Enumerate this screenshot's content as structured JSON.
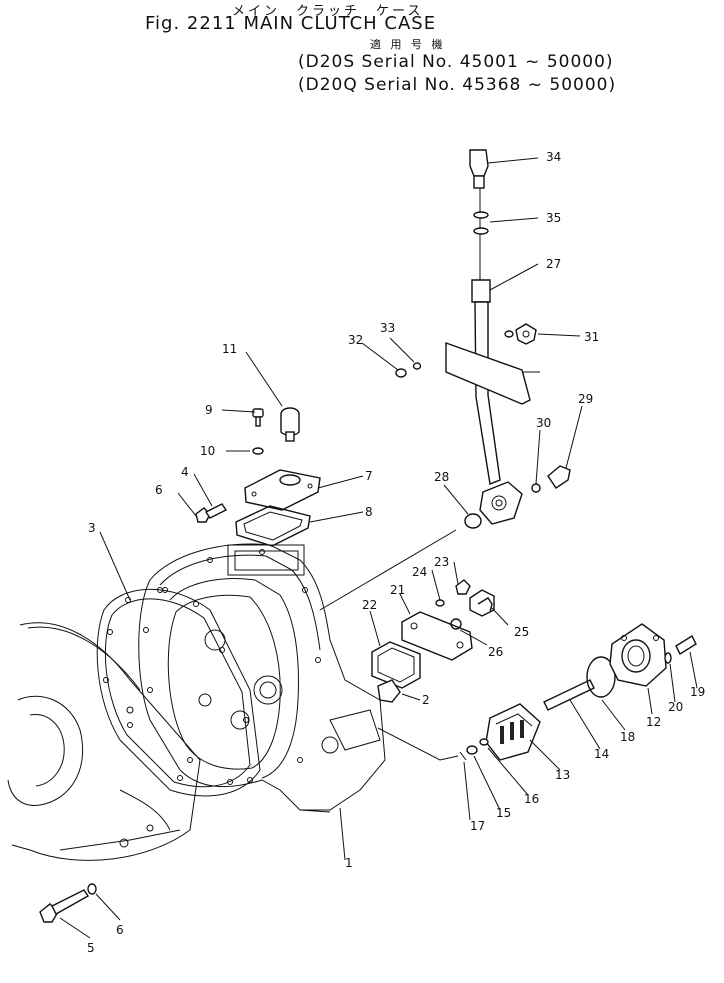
{
  "header": {
    "kana_title": "メイン　クラッチ　ケース",
    "fig_title": "Fig. 2211  MAIN  CLUTCH  CASE",
    "applicable_label": "適 用 号 機",
    "serial_1": "D20S  Serial No. 45001 ~ 50000",
    "serial_2": "D20Q  Serial No. 45368 ~ 50000"
  },
  "parts": [
    {
      "id": "p1",
      "num": "1"
    },
    {
      "id": "p2",
      "num": "2"
    },
    {
      "id": "p3",
      "num": "3"
    },
    {
      "id": "p4",
      "num": "4"
    },
    {
      "id": "p5",
      "num": "5"
    },
    {
      "id": "p6a",
      "num": "6"
    },
    {
      "id": "p6b",
      "num": "6"
    },
    {
      "id": "p7",
      "num": "7"
    },
    {
      "id": "p8",
      "num": "8"
    },
    {
      "id": "p9",
      "num": "9"
    },
    {
      "id": "p10",
      "num": "10"
    },
    {
      "id": "p11",
      "num": "11"
    },
    {
      "id": "p12",
      "num": "12"
    },
    {
      "id": "p13",
      "num": "13"
    },
    {
      "id": "p14",
      "num": "14"
    },
    {
      "id": "p15",
      "num": "15"
    },
    {
      "id": "p16",
      "num": "16"
    },
    {
      "id": "p17",
      "num": "17"
    },
    {
      "id": "p18",
      "num": "18"
    },
    {
      "id": "p19",
      "num": "19"
    },
    {
      "id": "p20",
      "num": "20"
    },
    {
      "id": "p21",
      "num": "21"
    },
    {
      "id": "p22",
      "num": "22"
    },
    {
      "id": "p23",
      "num": "23"
    },
    {
      "id": "p24",
      "num": "24"
    },
    {
      "id": "p25",
      "num": "25"
    },
    {
      "id": "p26",
      "num": "26"
    },
    {
      "id": "p27",
      "num": "27"
    },
    {
      "id": "p28",
      "num": "28"
    },
    {
      "id": "p29",
      "num": "29"
    },
    {
      "id": "p30",
      "num": "30"
    },
    {
      "id": "p31",
      "num": "31"
    },
    {
      "id": "p32",
      "num": "32"
    },
    {
      "id": "p33",
      "num": "33"
    },
    {
      "id": "p34",
      "num": "34"
    },
    {
      "id": "p35",
      "num": "35"
    }
  ]
}
